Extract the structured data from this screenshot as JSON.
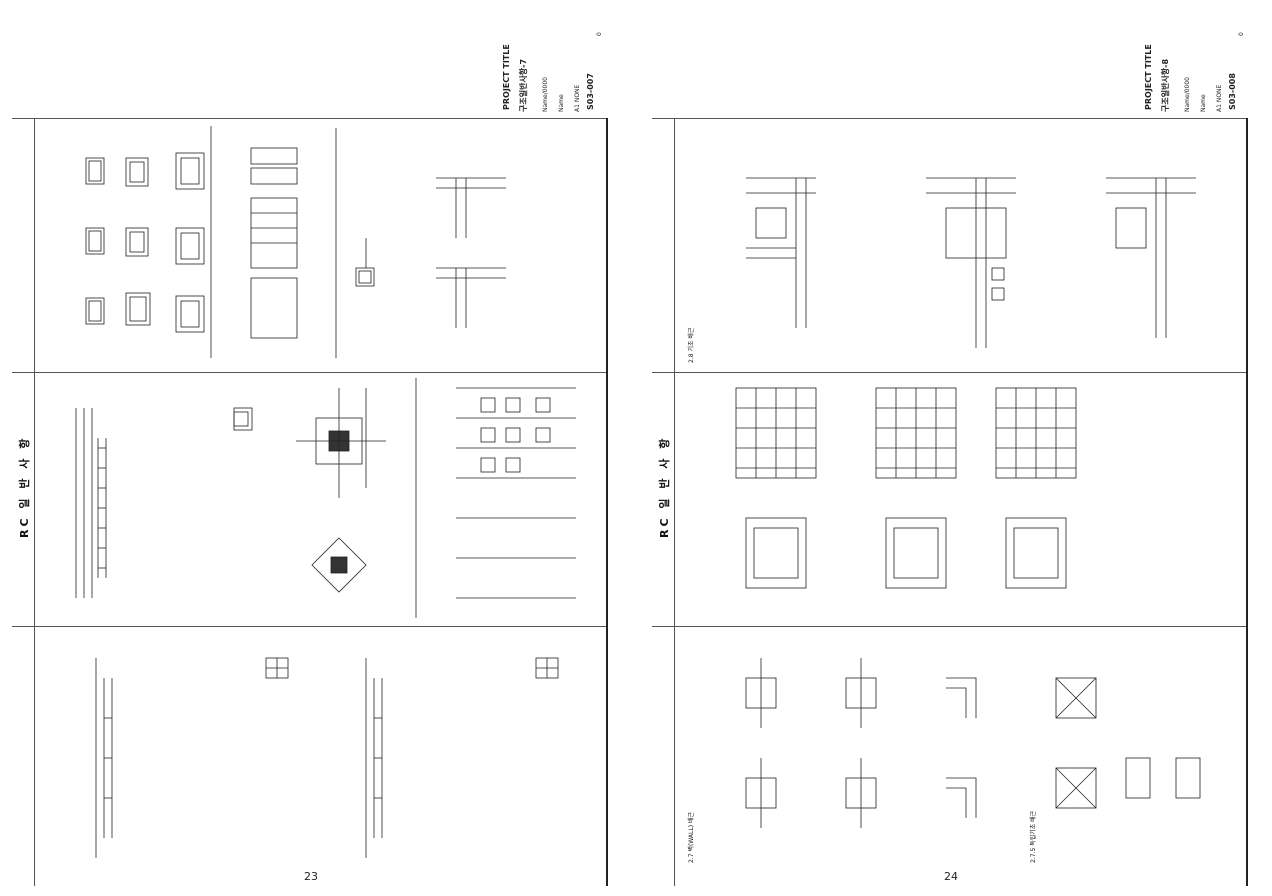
{
  "left_page": {
    "project_title": "PROJECT TITLE",
    "drawing_title": "구조일반사항-7",
    "drawing_no": "S03-007",
    "scale": "NONE",
    "revision": "0",
    "field_a": "Name/0000",
    "field_b": "Name",
    "field_c": "A1 NONE",
    "section_header": "RC 일 반 사 항",
    "page_number": "23"
  },
  "right_page": {
    "project_title": "PROJECT TITLE",
    "drawing_title": "구조일반사항-8",
    "drawing_no": "S03-008",
    "scale": "NONE",
    "revision": "0",
    "field_a": "Name/0000",
    "field_b": "Name",
    "field_c": "A1 NONE",
    "section_header": "RC 일 반 사 항",
    "page_number": "24",
    "sections": [
      "2.7 벽(WALL) 배근",
      "2.7.5 독립기초 배근",
      "2.8 기초 배근"
    ]
  }
}
